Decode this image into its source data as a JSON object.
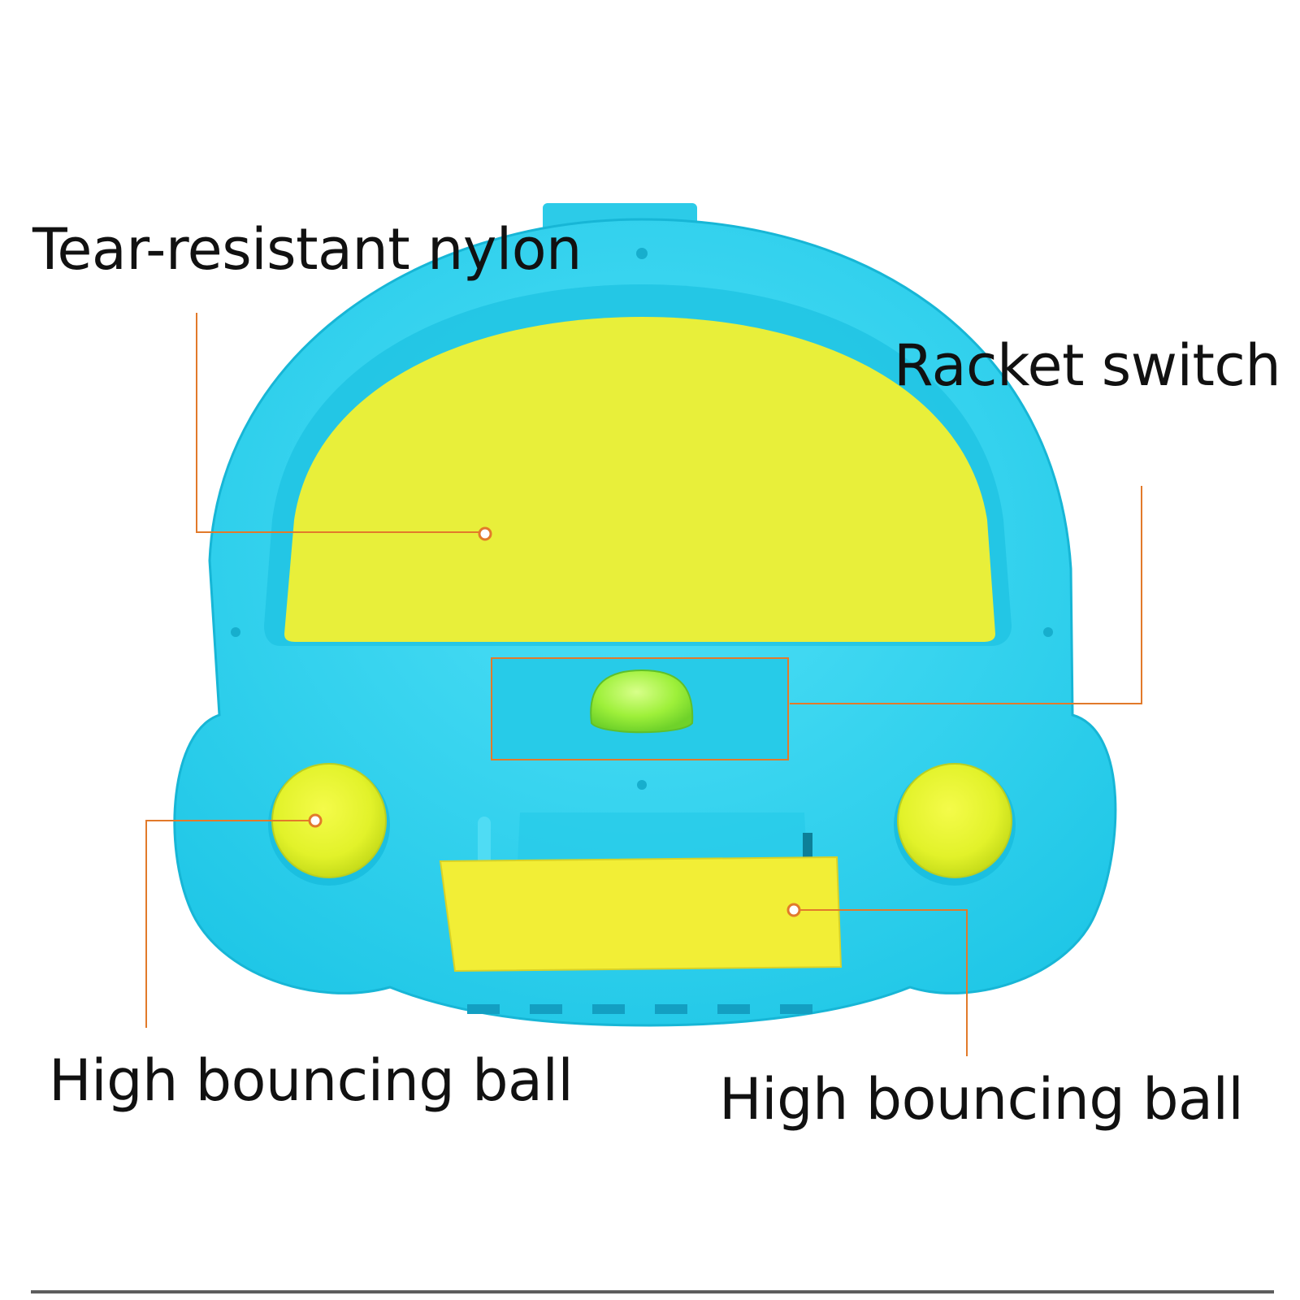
{
  "callouts": {
    "nylon": "Tear-resistant nylon",
    "switch": "Racket switch",
    "ball_left": "High bouncing ball",
    "ball_right": "High bouncing ball"
  },
  "colors": {
    "racket_body": "#2fd3ee",
    "racket_body_dark": "#1bbfe0",
    "nylon_surface": "#e8ef3a",
    "ball": "#dff22a",
    "switch_knob": "#9ef03a",
    "strap": "#f2ee36",
    "leader_line": "#e27a2a"
  }
}
